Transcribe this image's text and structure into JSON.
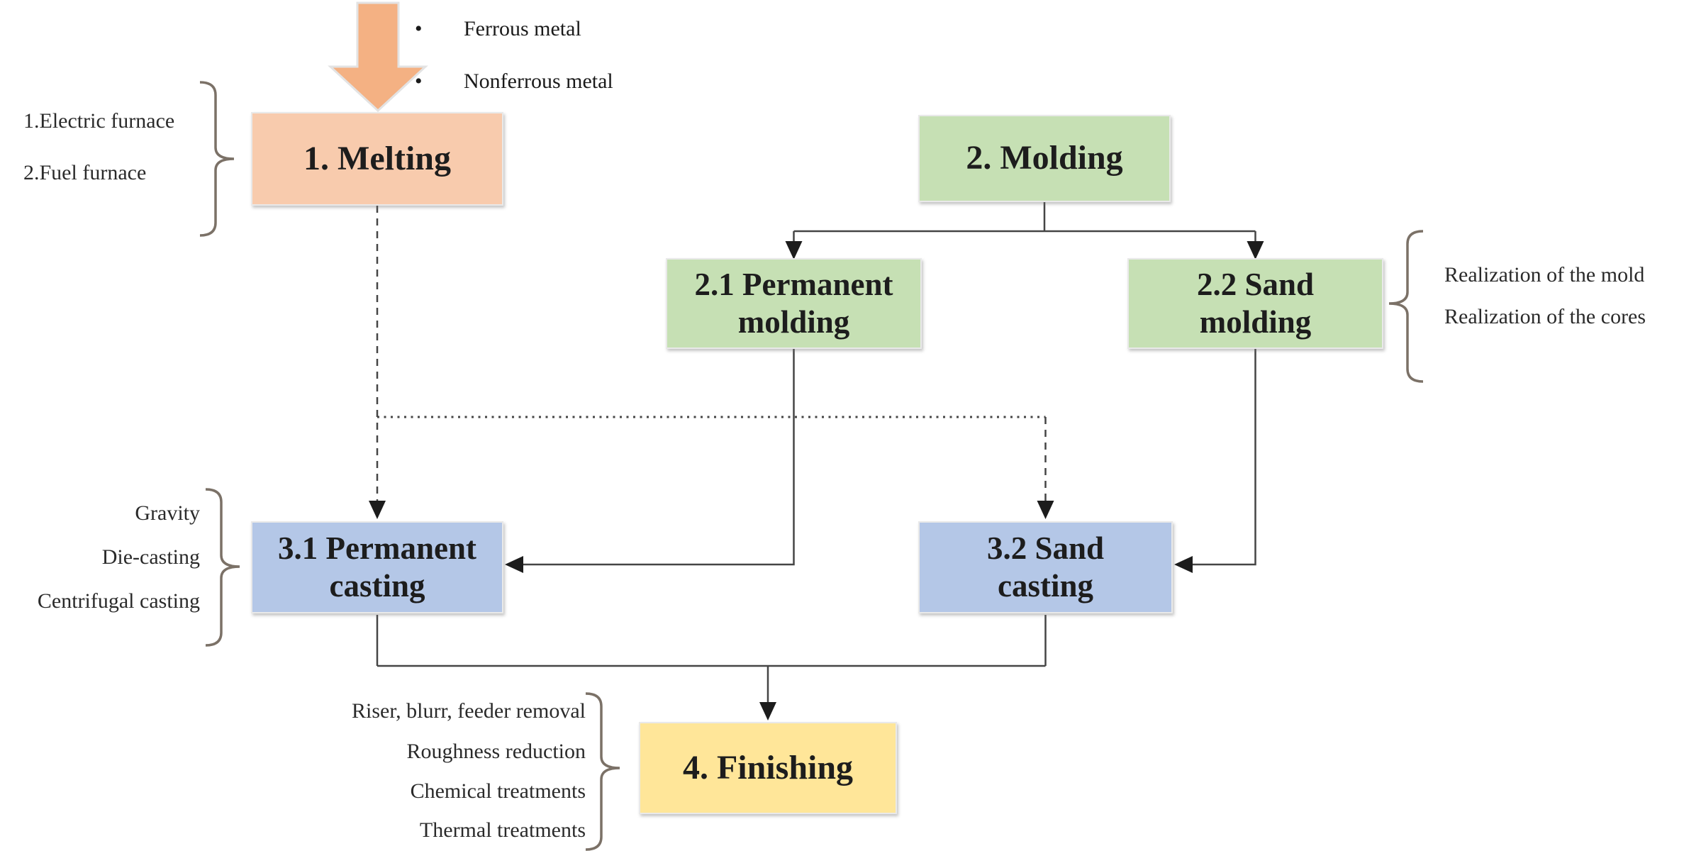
{
  "diagram": {
    "input": {
      "bullet": "•",
      "items": [
        {
          "label": "Ferrous metal"
        },
        {
          "label": "Nonferrous metal"
        }
      ]
    },
    "boxes": {
      "melting": {
        "lines": [
          "1. Melting"
        ],
        "fill": "#F8CBAD"
      },
      "molding": {
        "lines": [
          "2. Molding"
        ],
        "fill": "#C6E0B4"
      },
      "permanent_molding": {
        "lines": [
          "2.1 Permanent",
          "molding"
        ],
        "fill": "#C6E0B4"
      },
      "sand_molding": {
        "lines": [
          "2.2 Sand",
          "molding"
        ],
        "fill": "#C6E0B4"
      },
      "permanent_casting": {
        "lines": [
          "3.1 Permanent",
          "casting"
        ],
        "fill": "#B4C7E7"
      },
      "sand_casting": {
        "lines": [
          "3.2 Sand",
          "casting"
        ],
        "fill": "#B4C7E7"
      },
      "finishing": {
        "lines": [
          "4. Finishing"
        ],
        "fill": "#FFE699"
      }
    },
    "annotations": {
      "melting": [
        "1.Electric furnace",
        "2.Fuel furnace"
      ],
      "sand_molding": [
        "Realization of the mold",
        "Realization of the cores"
      ],
      "permanent_casting": [
        "Gravity",
        "Die-casting",
        "Centrifugal casting"
      ],
      "finishing": [
        "Riser, blurr, feeder removal",
        "Roughness reduction",
        "Chemical treatments",
        "Thermal treatments"
      ]
    },
    "colors": {
      "input_arrow_fill": "#F4B183",
      "input_arrow_stroke": "#E3E3E3",
      "line": "#454545",
      "arrowhead": "#1c1c1c",
      "brace": "#7b7167"
    }
  }
}
